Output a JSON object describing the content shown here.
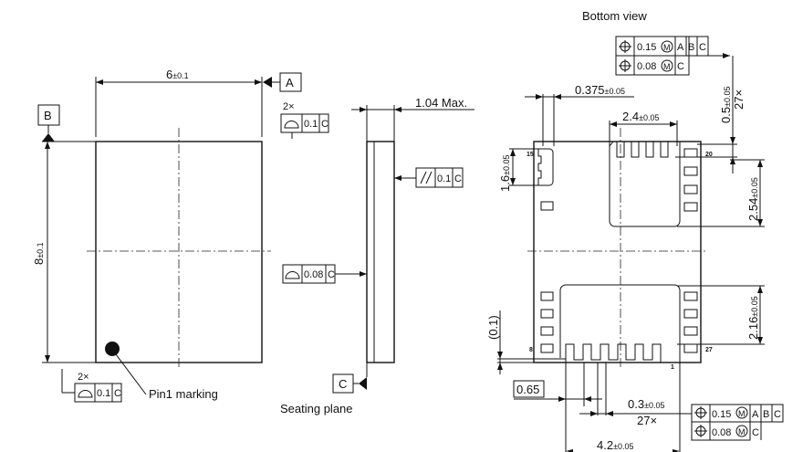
{
  "top_view": {
    "width_dim": {
      "value": "6",
      "tol": "±0.1"
    },
    "height_dim": {
      "value": "8",
      "tol": "±0.1"
    },
    "datum_a": "A",
    "datum_b": "B",
    "top_count": "2×",
    "top_frame": {
      "symbol": "profile-surface-icon",
      "value": "0.1",
      "datum": "C"
    },
    "bottom_count": "2×",
    "bottom_frame": {
      "symbol": "profile-surface-icon",
      "value": "0.1",
      "datum": "C"
    },
    "pin1_label": "Pin1 marking"
  },
  "side_view": {
    "thickness": "1.04 Max.",
    "parallel_frame": {
      "symbol": "parallelism-icon",
      "value": "0.1",
      "datum": "C"
    },
    "flat_frame": {
      "symbol": "profile-surface-icon",
      "value": "0.08",
      "datum": "C"
    },
    "datum_c": "C",
    "seating_label": "Seating plane"
  },
  "bottom_view": {
    "title": "Bottom view",
    "fcf_top": {
      "row1": {
        "value": "0.15",
        "mod": "M",
        "datums": [
          "A",
          "B",
          "C"
        ]
      },
      "row2": {
        "value": "0.08",
        "mod": "M",
        "datums": [
          "C"
        ]
      }
    },
    "fcf_bottom": {
      "row1": {
        "value": "0.15",
        "mod": "M",
        "datums": [
          "A",
          "B",
          "C"
        ]
      },
      "row2": {
        "value": "0.08",
        "mod": "M",
        "datums": [
          "C"
        ]
      }
    },
    "dim_0375": {
      "value": "0.375",
      "tol": "±0.05"
    },
    "dim_24": {
      "value": "2.4",
      "tol": "±0.05"
    },
    "dim_16": {
      "value": "1.6",
      "tol": "±0.05"
    },
    "dim_254": {
      "value": "2.54",
      "tol": "±0.05"
    },
    "dim_05": {
      "value": "0.5",
      "tol": "±0.05",
      "count": "27×"
    },
    "dim_216": {
      "value": "2.16",
      "tol": "±0.05"
    },
    "dim_01": "(0.1)",
    "pitch": "0.65",
    "dim_03": {
      "value": "0.3",
      "tol": "±0.05",
      "count": "27×"
    },
    "dim_42": {
      "value": "4.2",
      "tol": "±0.05"
    },
    "pins": {
      "p15": "15",
      "p20": "20",
      "p8": "8",
      "p27": "27",
      "p1": "1"
    }
  }
}
